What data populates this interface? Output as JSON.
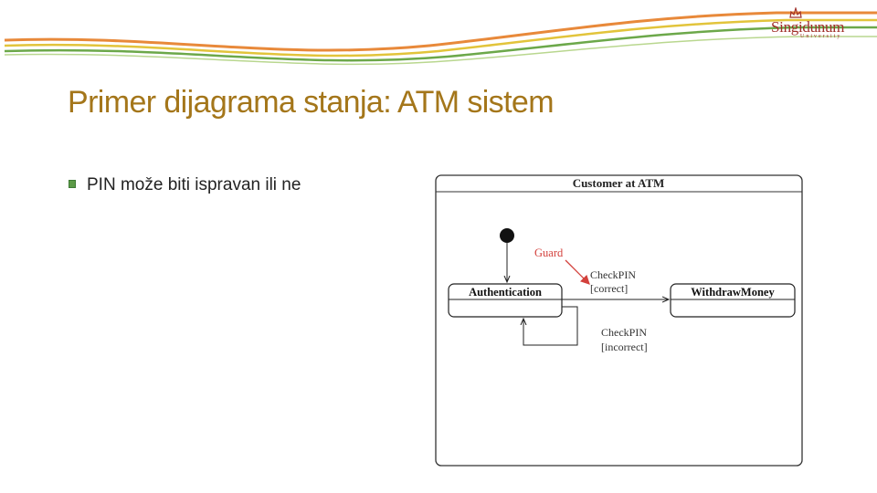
{
  "slide": {
    "title": "Primer dijagrama stanja: ATM sistem",
    "bullets": [
      "PIN može biti ispravan ili ne"
    ]
  },
  "logo": {
    "name": "Singidunum",
    "subtitle": "University"
  },
  "diagram": {
    "frame_title": "Customer at ATM",
    "states": [
      {
        "id": "authentication",
        "label": "Authentication"
      },
      {
        "id": "withdraw",
        "label": "WithdrawMoney"
      }
    ],
    "transitions": [
      {
        "event": "CheckPIN",
        "guard": "[correct]"
      },
      {
        "event": "CheckPIN",
        "guard": "[incorrect]"
      }
    ],
    "annotation": "Guard"
  },
  "colors": {
    "title": "#a4761a",
    "annotation": "#d3413c",
    "bullet": "#5c9a47",
    "decor_orange": "#e8893a",
    "decor_green": "#6ca84a",
    "decor_yellow": "#e2c43b"
  }
}
